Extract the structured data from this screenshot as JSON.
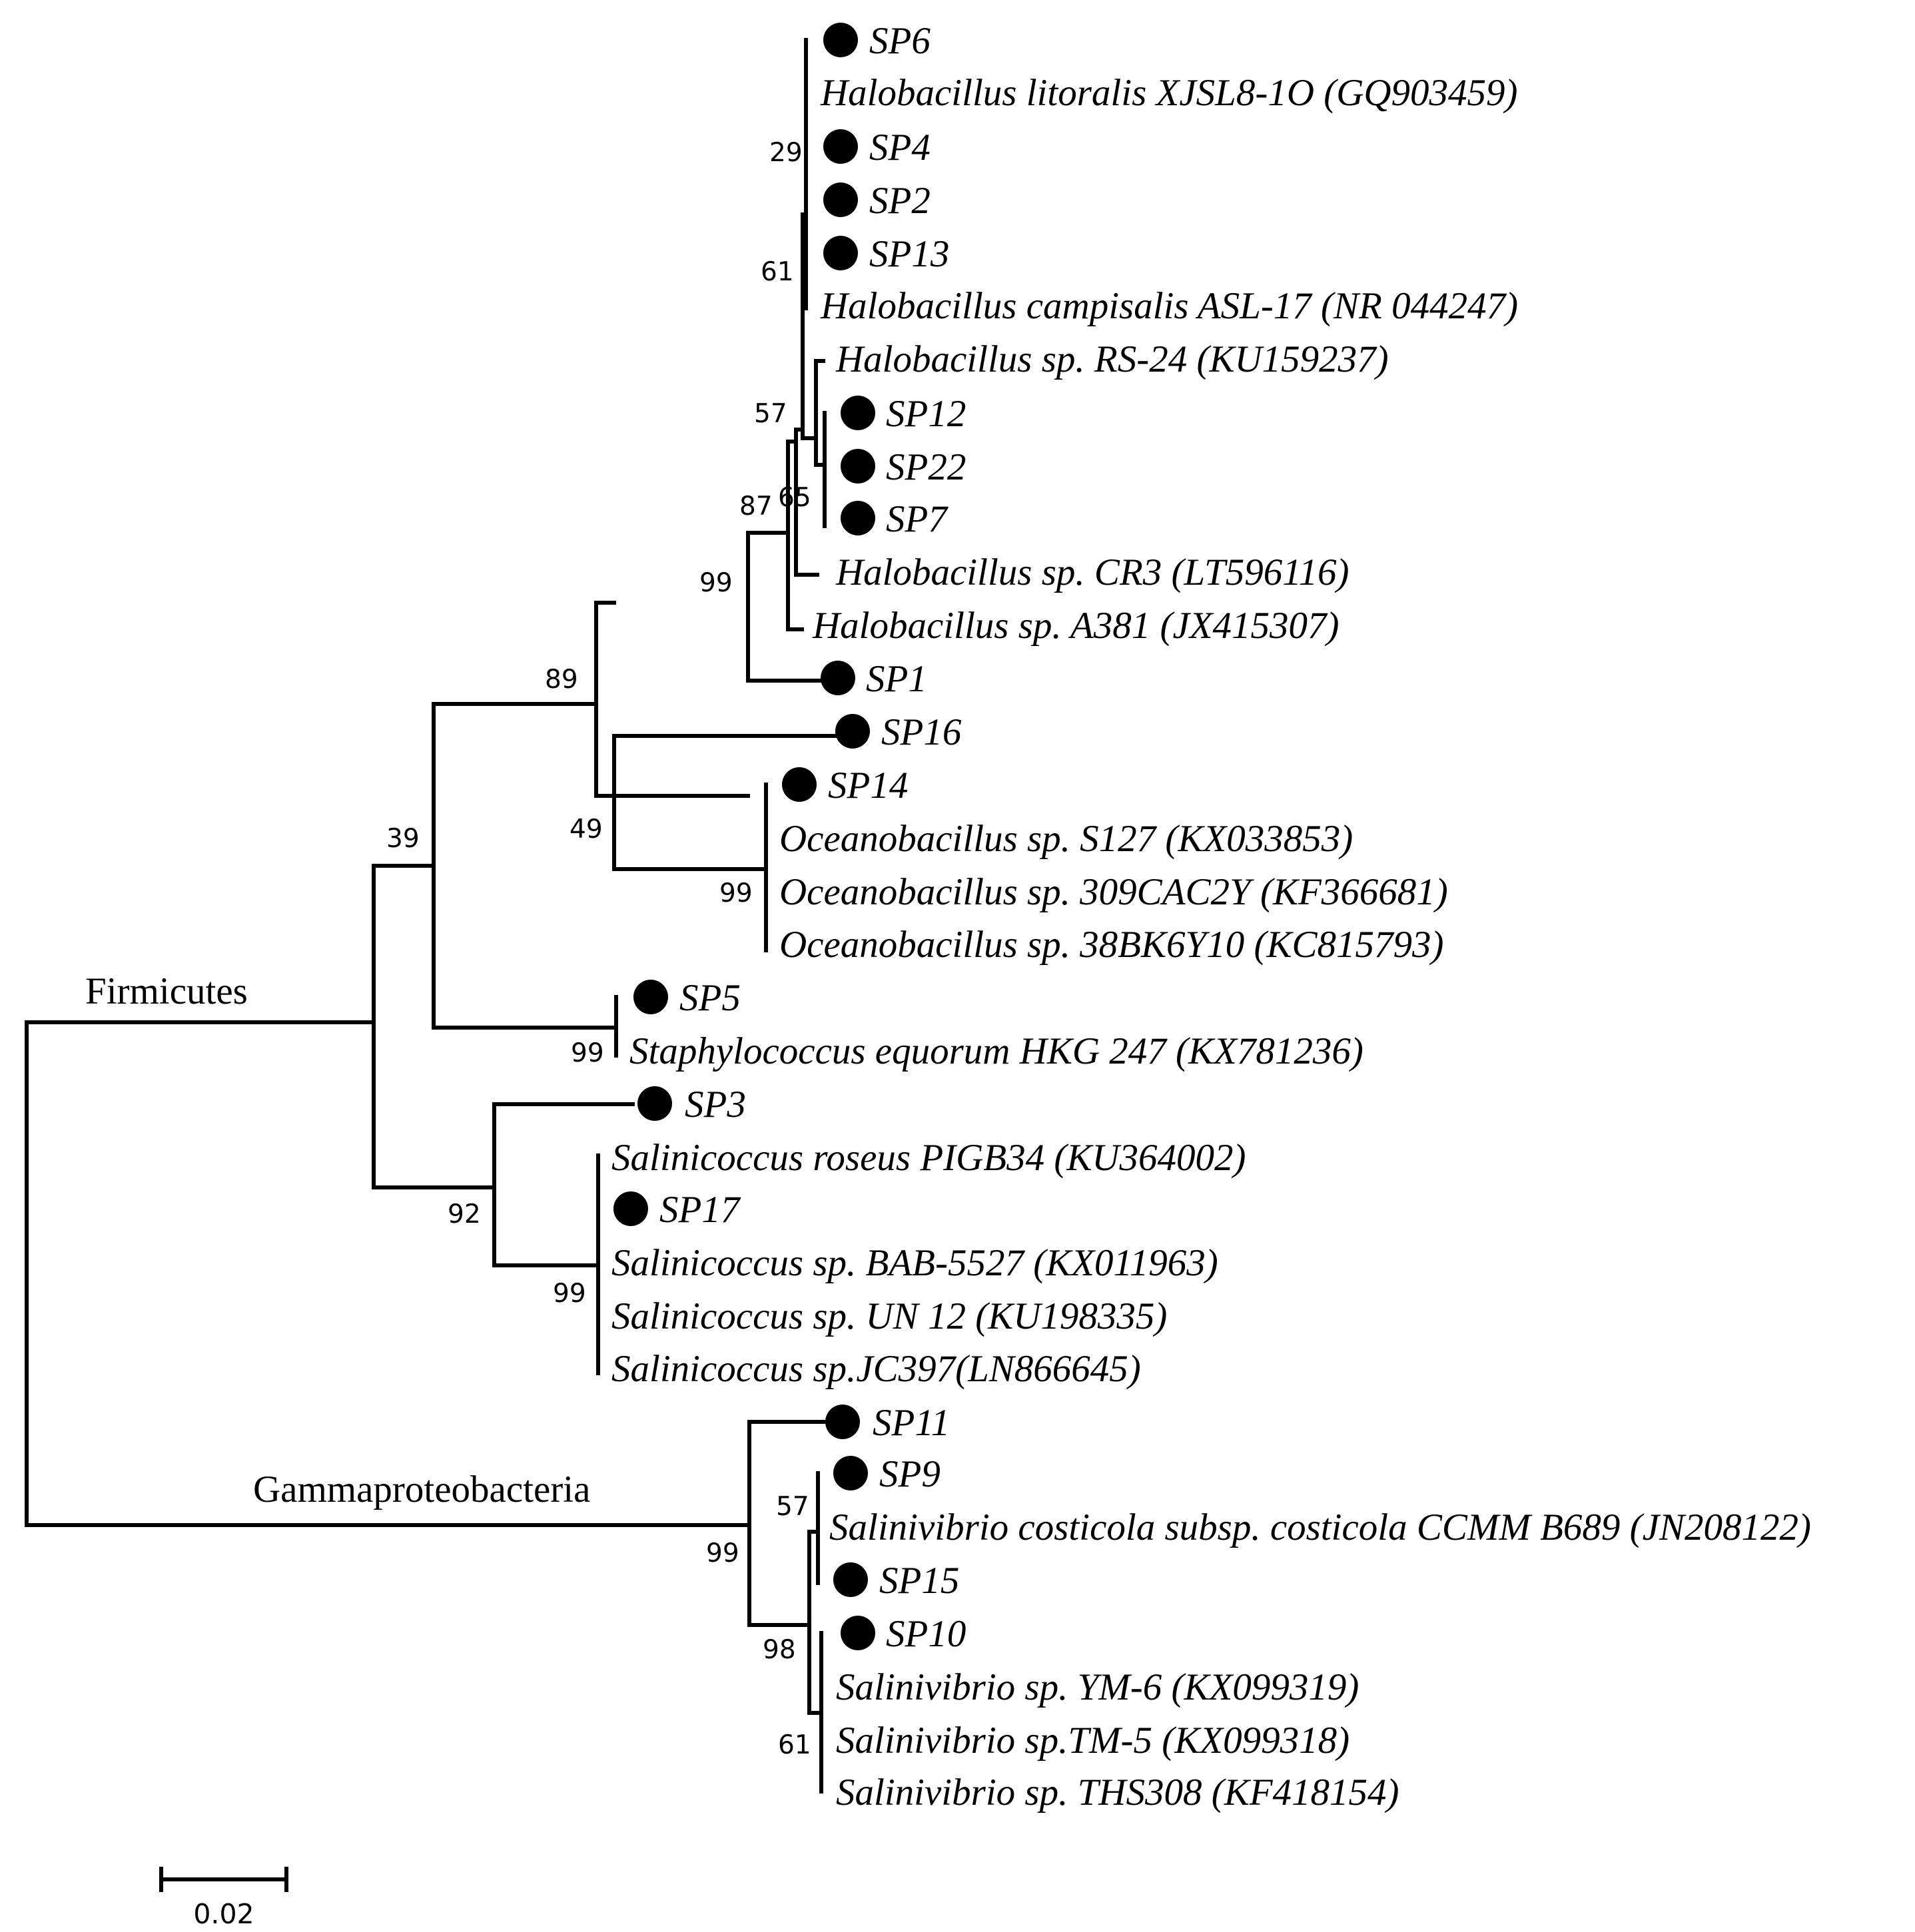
{
  "figure": {
    "clades": [
      "Firmicutes",
      "Gammaproteobacteria"
    ],
    "scale_bar": "0.02",
    "marker_meaning": "filled-circle = isolate",
    "leaves": [
      {
        "id": "sp6",
        "label": "SP6",
        "isolate": true
      },
      {
        "id": "hlit",
        "label": "Halobacillus litoralis XJSL8-1O (GQ903459)",
        "isolate": false
      },
      {
        "id": "sp4",
        "label": "SP4",
        "isolate": true
      },
      {
        "id": "sp2",
        "label": "SP2",
        "isolate": true
      },
      {
        "id": "sp13",
        "label": "SP13",
        "isolate": true
      },
      {
        "id": "hcamp",
        "label": "Halobacillus campisalis ASL-17 (NR 044247)",
        "isolate": false
      },
      {
        "id": "hrs24",
        "label": "Halobacillus sp. RS-24 (KU159237)",
        "isolate": false
      },
      {
        "id": "sp12",
        "label": "SP12",
        "isolate": true
      },
      {
        "id": "sp22",
        "label": "SP22",
        "isolate": true
      },
      {
        "id": "sp7",
        "label": "SP7",
        "isolate": true
      },
      {
        "id": "hcr3",
        "label": "Halobacillus sp. CR3 (LT596116)",
        "isolate": false
      },
      {
        "id": "ha381",
        "label": "Halobacillus sp. A381 (JX415307)",
        "isolate": false
      },
      {
        "id": "sp1",
        "label": "SP1",
        "isolate": true
      },
      {
        "id": "sp16",
        "label": "SP16",
        "isolate": true
      },
      {
        "id": "sp14",
        "label": "SP14",
        "isolate": true
      },
      {
        "id": "os127",
        "label": "Oceanobacillus sp. S127 (KX033853)",
        "isolate": false
      },
      {
        "id": "o309",
        "label": "Oceanobacillus sp. 309CAC2Y (KF366681)",
        "isolate": false
      },
      {
        "id": "o38bk",
        "label": "Oceanobacillus sp. 38BK6Y10 (KC815793)",
        "isolate": false
      },
      {
        "id": "sp5",
        "label": "SP5",
        "isolate": true
      },
      {
        "id": "staph",
        "label": "Staphylococcus equorum HKG 247 (KX781236)",
        "isolate": false
      },
      {
        "id": "sp3",
        "label": "SP3",
        "isolate": true
      },
      {
        "id": "srose",
        "label": "Salinicoccus roseus PIGB34 (KU364002)",
        "isolate": false
      },
      {
        "id": "sp17",
        "label": "SP17",
        "isolate": true
      },
      {
        "id": "sbab",
        "label": "Salinicoccus sp. BAB-5527 (KX011963)",
        "isolate": false
      },
      {
        "id": "sun12",
        "label": "Salinicoccus sp. UN 12 (KU198335)",
        "isolate": false
      },
      {
        "id": "sjc",
        "label": "Salinicoccus sp.JC397(LN866645)",
        "isolate": false
      },
      {
        "id": "sp11",
        "label": "SP11",
        "isolate": true
      },
      {
        "id": "sp9",
        "label": "SP9",
        "isolate": true
      },
      {
        "id": "scost",
        "label": "Salinivibrio costicola subsp. costicola CCMM B689 (JN208122)",
        "isolate": false
      },
      {
        "id": "sp15",
        "label": "SP15",
        "isolate": true
      },
      {
        "id": "sp10",
        "label": "SP10",
        "isolate": true
      },
      {
        "id": "sym6",
        "label": "Salinivibrio sp. YM-6 (KX099319)",
        "isolate": false
      },
      {
        "id": "stm5",
        "label": "Salinivibrio sp.TM-5 (KX099318)",
        "isolate": false
      },
      {
        "id": "sths",
        "label": "Salinivibrio sp. THS308 (KF418154)",
        "isolate": false
      }
    ],
    "bootstrap_values": [
      "29",
      "61",
      "57",
      "65",
      "87",
      "99",
      "89",
      "49",
      "99",
      "39",
      "99",
      "92",
      "99",
      "57",
      "99",
      "98",
      "61"
    ]
  }
}
